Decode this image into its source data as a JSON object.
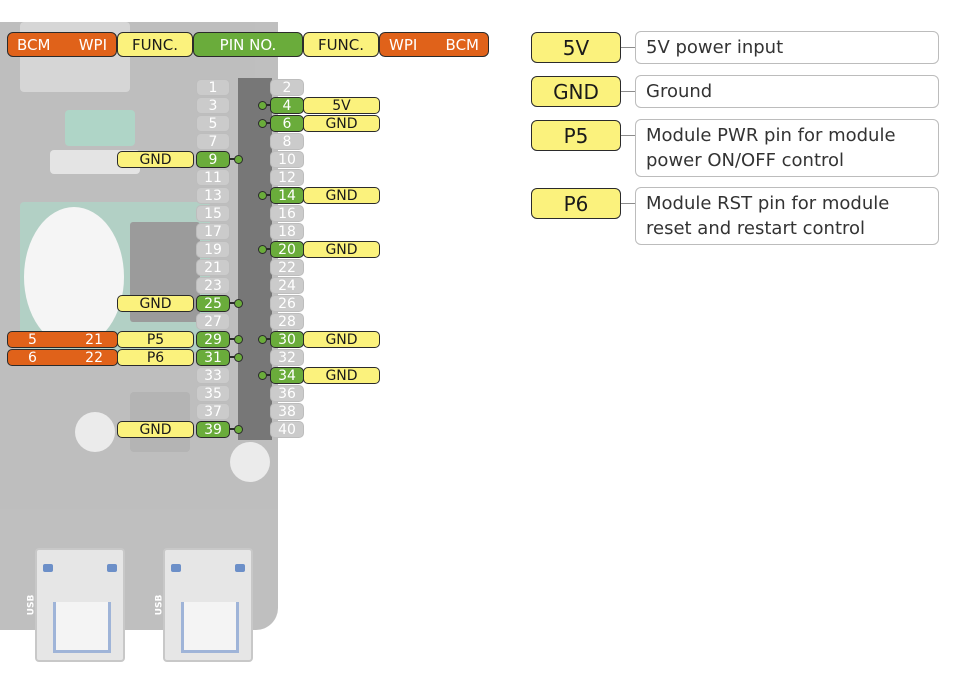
{
  "header": {
    "left": {
      "bcm": "BCM",
      "wpi": "WPI",
      "func": "FUNC."
    },
    "center": {
      "pin_no": "PIN NO."
    },
    "right": {
      "func": "FUNC.",
      "wpi": "WPI",
      "bcm": "BCM"
    }
  },
  "pins": {
    "odd": [
      "1",
      "3",
      "5",
      "7",
      "9",
      "11",
      "13",
      "15",
      "17",
      "19",
      "21",
      "23",
      "25",
      "27",
      "29",
      "31",
      "33",
      "35",
      "37",
      "39"
    ],
    "even": [
      "2",
      "4",
      "6",
      "8",
      "10",
      "12",
      "14",
      "16",
      "18",
      "20",
      "22",
      "24",
      "26",
      "28",
      "30",
      "32",
      "34",
      "36",
      "38",
      "40"
    ],
    "highlighted_odd": [
      "9",
      "25",
      "29",
      "31",
      "39"
    ],
    "highlighted_even": [
      "4",
      "6",
      "14",
      "20",
      "30",
      "34"
    ]
  },
  "left_functions": [
    {
      "pin": "9",
      "func": "GND"
    },
    {
      "pin": "25",
      "func": "GND"
    },
    {
      "pin": "29",
      "func": "P5",
      "bcm": "5",
      "wpi": "21"
    },
    {
      "pin": "31",
      "func": "P6",
      "bcm": "6",
      "wpi": "22"
    },
    {
      "pin": "39",
      "func": "GND"
    }
  ],
  "right_functions": [
    {
      "pin": "4",
      "func": "5V"
    },
    {
      "pin": "6",
      "func": "GND"
    },
    {
      "pin": "14",
      "func": "GND"
    },
    {
      "pin": "20",
      "func": "GND"
    },
    {
      "pin": "30",
      "func": "GND"
    },
    {
      "pin": "34",
      "func": "GND"
    }
  ],
  "legend": [
    {
      "tag": "5V",
      "description": "5V power input"
    },
    {
      "tag": "GND",
      "description": "Ground"
    },
    {
      "tag": "P5",
      "description": "Module PWR pin for module power ON/OFF control"
    },
    {
      "tag": "P6",
      "description": "Module RST pin for module reset and restart control"
    }
  ],
  "board": {
    "usb_label": "USB"
  },
  "colors": {
    "orange": "#e0621a",
    "yellow": "#fbf27d",
    "green": "#6aac3b",
    "grey": "#cbcbcb"
  }
}
